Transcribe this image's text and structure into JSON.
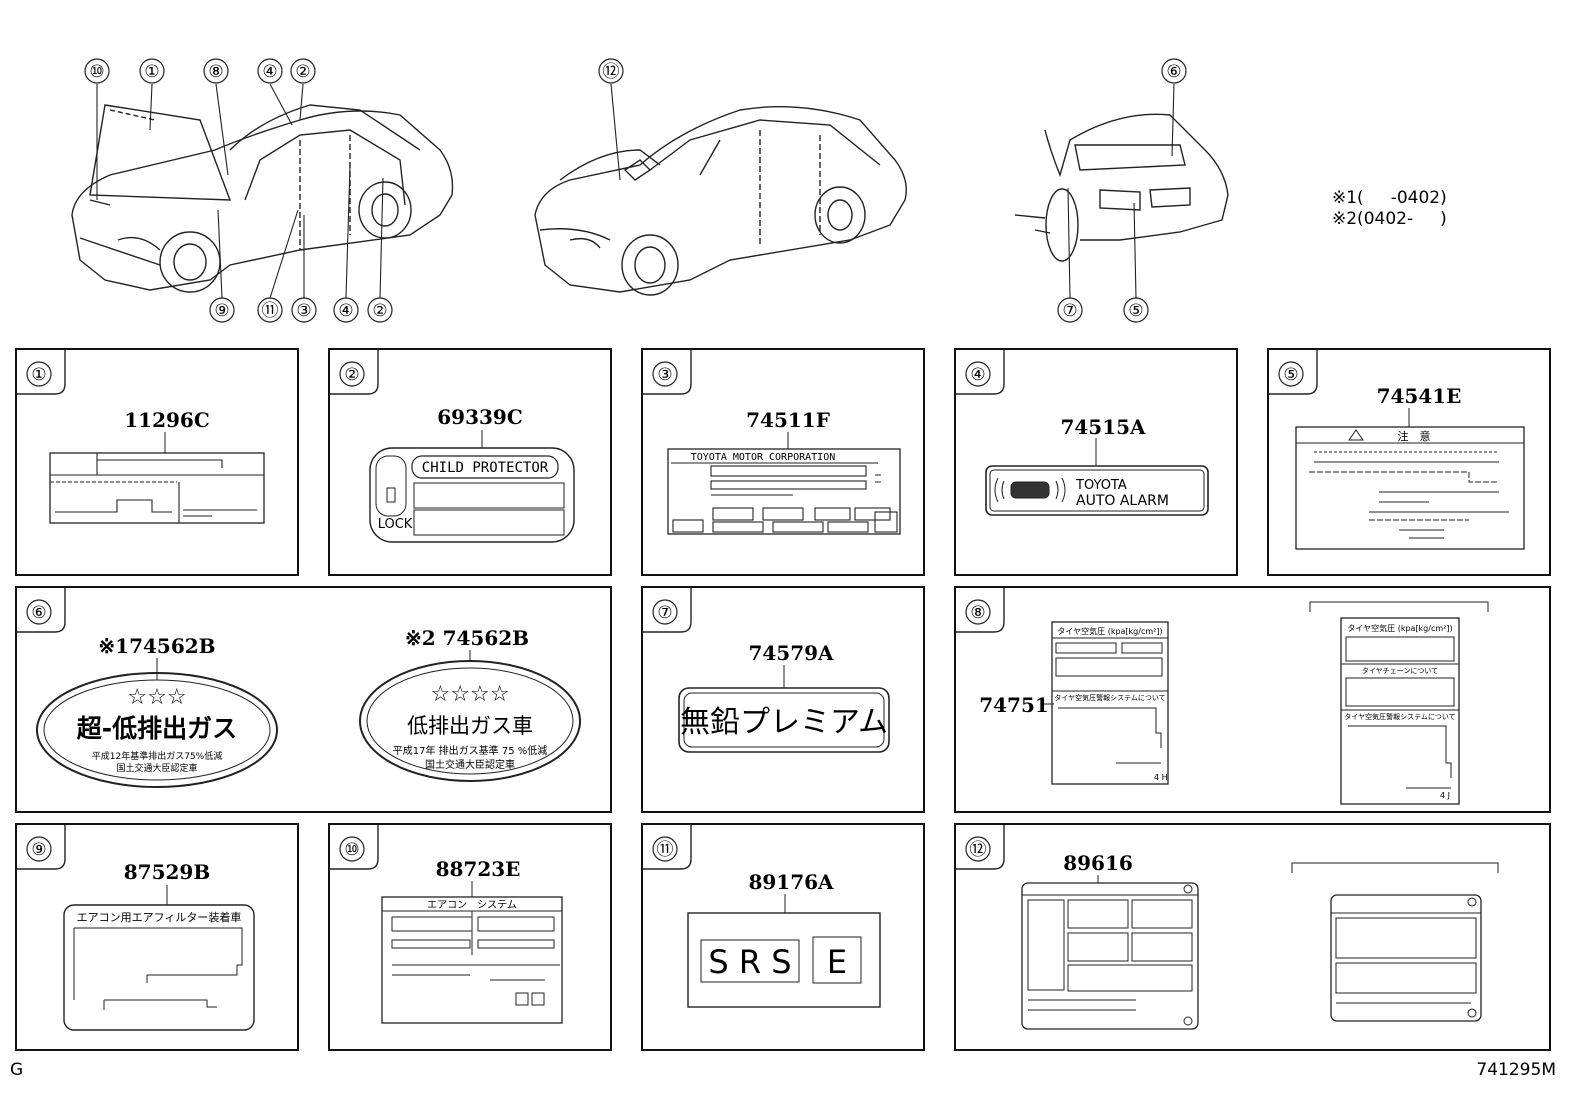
{
  "footer": {
    "left": "G",
    "right": "741295M"
  },
  "notes": {
    "n1": "※1(     -0402)",
    "n2": "※2(0402-     )"
  },
  "callouts": {
    "c1": "①",
    "c2": "②",
    "c3": "③",
    "c4": "④",
    "c5": "⑤",
    "c6": "⑥",
    "c7": "⑦",
    "c8": "⑧",
    "c9": "⑨",
    "c10": "⑩",
    "c11": "⑪",
    "c12": "⑫"
  },
  "panels": {
    "p1": {
      "num": "①",
      "part": "11296C"
    },
    "p2": {
      "num": "②",
      "part": "69339C",
      "text1": "CHILD PROTECTOR",
      "text2": "LOCK"
    },
    "p3": {
      "num": "③",
      "part": "74511F",
      "text1": "TOYOTA MOTOR CORPORATION"
    },
    "p4": {
      "num": "④",
      "part": "74515A",
      "text1": "TOYOTA",
      "text2": "AUTO ALARM"
    },
    "p5": {
      "num": "⑤",
      "part": "74541E",
      "text1": "注　意"
    },
    "p6": {
      "num": "⑥",
      "part_a": "※174562B",
      "part_b": "※2 74562B",
      "a_line1": "超-低排出ガス",
      "a_line2": "平成12年基準排出ガス75%低減",
      "a_line3": "国土交通大臣認定車",
      "b_line1": "低排出ガス車",
      "b_line2": "平成17年 排出ガス基準 75 %低減",
      "b_line3": "国土交通大臣認定車"
    },
    "p7": {
      "num": "⑦",
      "part": "74579A",
      "text1": "無鉛プレミアム"
    },
    "p8": {
      "num": "⑧",
      "part": "74751",
      "a_title": "タイヤ空気圧 (kpa[kg/cm²])",
      "b_title": "タイヤ空気圧 (kpa[kg/cm²])",
      "b_sub1": "タイヤチェーンについて",
      "b_sub2": "タイヤ空気圧警報システムについて",
      "a_sub": "タイヤ空気圧警報システムについて",
      "a_code": "4 H",
      "b_code": "4 J"
    },
    "p9": {
      "num": "⑨",
      "part": "87529B",
      "text1": "エアコン用エアフィルター装着車"
    },
    "p10": {
      "num": "⑩",
      "part": "88723E",
      "text1": "エアコン　システム"
    },
    "p11": {
      "num": "⑪",
      "part": "89176A",
      "text1": "S R S",
      "text2": "E"
    },
    "p12": {
      "num": "⑫",
      "part": "89616"
    }
  }
}
